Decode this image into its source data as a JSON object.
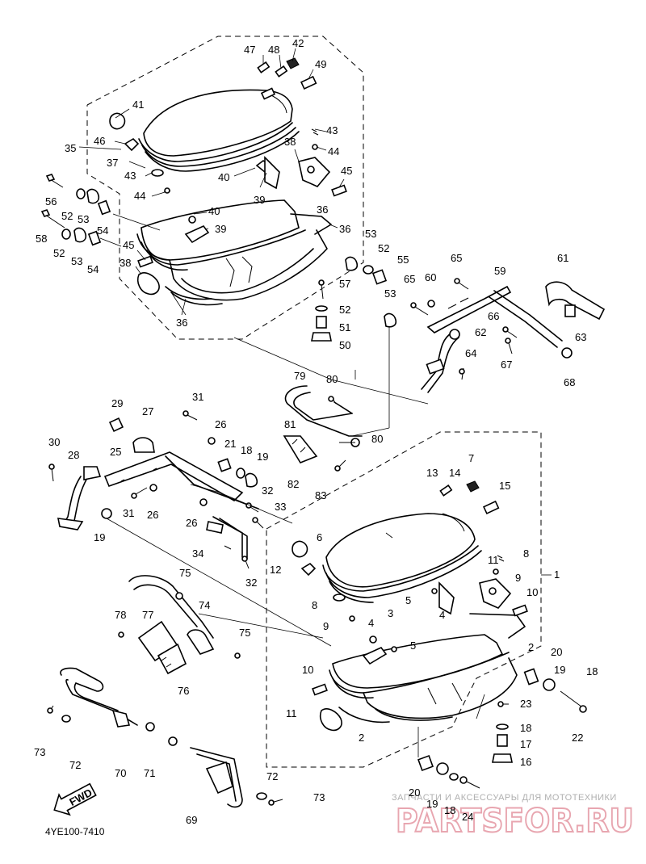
{
  "diagram_code": "4YE100-7410",
  "fwd_label": "FWD",
  "group_label": "1",
  "watermark": {
    "top_text": "ЗАПЧАСТИ И АКСЕССУАРЫ ДЛЯ МОТОТЕХНИКИ",
    "brand_text": "PARTSFOR.RU"
  },
  "callouts": {
    "c47": "47",
    "c48": "48",
    "c42": "42",
    "c49": "49",
    "c41": "41",
    "c46": "46",
    "c35": "35",
    "c43a": "43",
    "c44a": "44",
    "c38a": "38",
    "c37": "37",
    "c43b": "43",
    "c44b": "44",
    "c45a": "45",
    "c40a": "40",
    "c39a": "39",
    "c56": "56",
    "c52a": "52",
    "c53a": "53",
    "c54a": "54",
    "c58": "58",
    "c52b": "52",
    "c53b": "53",
    "c54b": "54",
    "c40b": "40",
    "c39b": "39",
    "c36a": "36",
    "c36b": "36",
    "c45b": "45",
    "c38b": "38",
    "c36c": "36",
    "c53c": "53",
    "c52c": "52",
    "c55": "55",
    "c65a": "65",
    "c59": "59",
    "c61": "61",
    "c57": "57",
    "c52d": "52",
    "c51": "51",
    "c50": "50",
    "c53d": "53",
    "c65b": "65",
    "c60": "60",
    "c66": "66",
    "c63": "63",
    "c62": "62",
    "c67": "67",
    "c64": "64",
    "c68": "68",
    "c79": "79",
    "c80a": "80",
    "c81": "81",
    "c80b": "80",
    "c82": "82",
    "c83": "83",
    "c29": "29",
    "c31a": "31",
    "c27": "27",
    "c26a": "26",
    "c30": "30",
    "c25": "25",
    "c21": "21",
    "c18a": "18",
    "c19a": "19",
    "c28": "28",
    "c31b": "31",
    "c26b": "26",
    "c32a": "32",
    "c33": "33",
    "c19b": "19",
    "c26c": "26",
    "c34": "34",
    "c32b": "32",
    "c13": "13",
    "c14": "14",
    "c7": "7",
    "c15": "15",
    "c6": "6",
    "c8a": "8",
    "c12": "12",
    "c11a": "11",
    "c9a": "9",
    "c1": "1",
    "c8b": "8",
    "c3": "3",
    "c5a": "5",
    "c10a": "10",
    "c9b": "9",
    "c4a": "4",
    "c4b": "4",
    "c5b": "5",
    "c2a": "2",
    "c20a": "20",
    "c19c": "19",
    "c18b": "18",
    "c10b": "10",
    "c11b": "11",
    "c2b": "2",
    "c23": "23",
    "c18c": "18",
    "c17": "17",
    "c16": "16",
    "c22": "22",
    "c20b": "20",
    "c19d": "19",
    "c18d": "18",
    "c24": "24",
    "c75a": "75",
    "c74": "74",
    "c78": "78",
    "c77": "77",
    "c75b": "75",
    "c76": "76",
    "c73a": "73",
    "c72a": "72",
    "c70": "70",
    "c71": "71",
    "c72b": "72",
    "c73b": "73",
    "c69": "69"
  }
}
